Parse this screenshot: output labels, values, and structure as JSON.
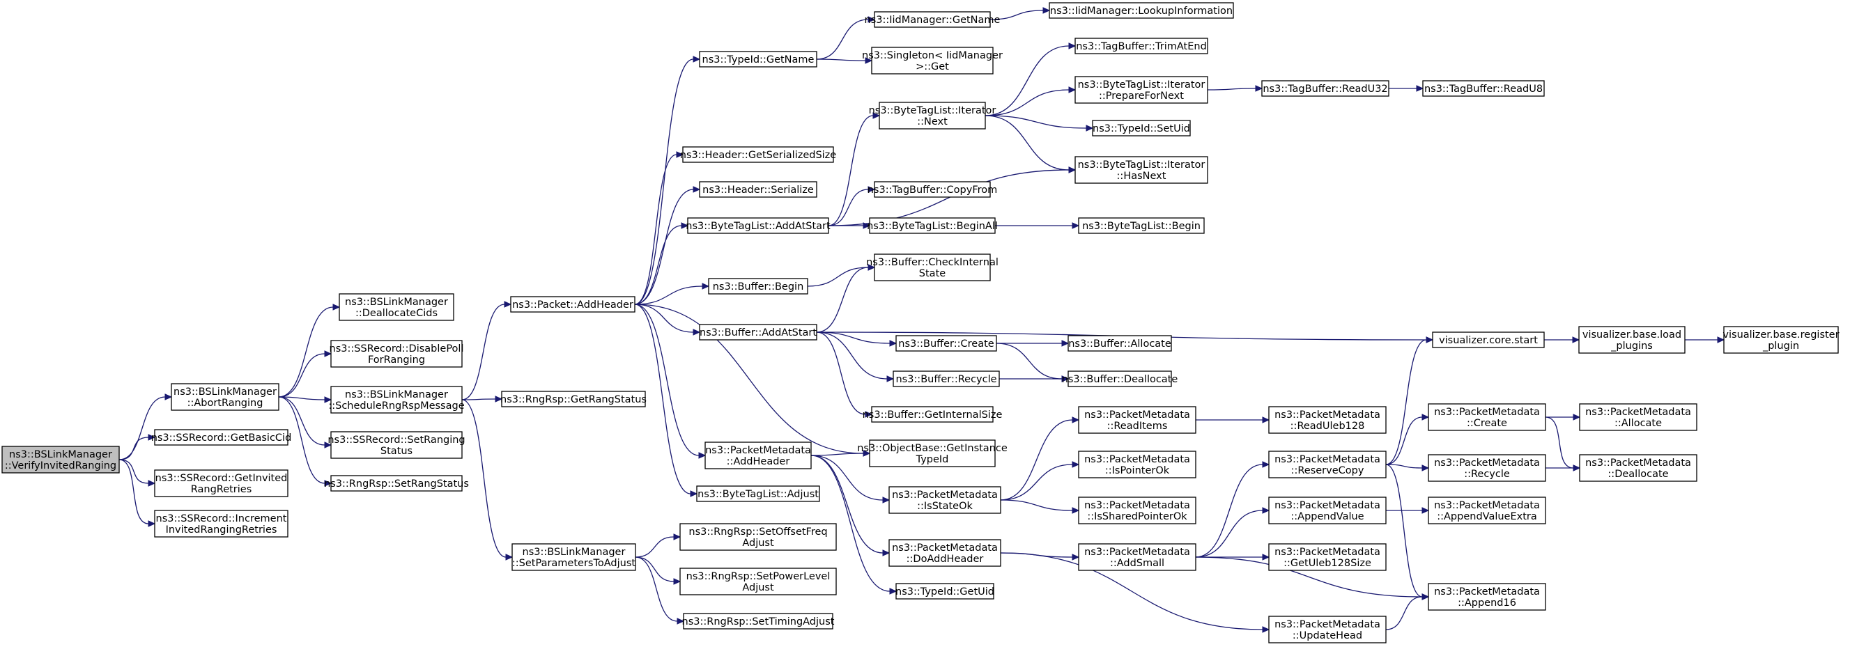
{
  "colors": {
    "edge": "#191970",
    "node_border": "#000000",
    "root_fill": "#bfbfbf",
    "node_fill": "#ffffff"
  },
  "nodes": [
    {
      "id": "n0",
      "lines": [
        "ns3::BSLinkManager",
        "::VerifyInvitedRanging"
      ],
      "root": true
    },
    {
      "id": "n1",
      "lines": [
        "ns3::BSLinkManager",
        "::AbortRanging"
      ]
    },
    {
      "id": "n2",
      "lines": [
        "ns3::SSRecord::GetBasicCid"
      ]
    },
    {
      "id": "n3",
      "lines": [
        "ns3::SSRecord::GetInvited",
        "RangRetries"
      ]
    },
    {
      "id": "n4",
      "lines": [
        "ns3::SSRecord::Increment",
        "InvitedRangingRetries"
      ]
    },
    {
      "id": "n5",
      "lines": [
        "ns3::BSLinkManager",
        "::DeallocateCids"
      ]
    },
    {
      "id": "n6",
      "lines": [
        "ns3::SSRecord::DisablePoll",
        "ForRanging"
      ]
    },
    {
      "id": "n7",
      "lines": [
        "ns3::BSLinkManager",
        "::ScheduleRngRspMessage"
      ]
    },
    {
      "id": "n8",
      "lines": [
        "ns3::SSRecord::SetRanging",
        "Status"
      ]
    },
    {
      "id": "n9",
      "lines": [
        "ns3::RngRsp::SetRangStatus"
      ]
    },
    {
      "id": "n10",
      "lines": [
        "ns3::Packet::AddHeader"
      ]
    },
    {
      "id": "n11",
      "lines": [
        "ns3::RngRsp::GetRangStatus"
      ]
    },
    {
      "id": "n12",
      "lines": [
        "ns3::BSLinkManager",
        "::SetParametersToAdjust"
      ]
    },
    {
      "id": "n13",
      "lines": [
        "ns3::TypeId::GetName"
      ]
    },
    {
      "id": "n14",
      "lines": [
        "ns3::Header::GetSerializedSize"
      ]
    },
    {
      "id": "n15",
      "lines": [
        "ns3::Header::Serialize"
      ]
    },
    {
      "id": "n16",
      "lines": [
        "ns3::ByteTagList::AddAtStart"
      ]
    },
    {
      "id": "n17",
      "lines": [
        "ns3::Buffer::Begin"
      ]
    },
    {
      "id": "n18",
      "lines": [
        "ns3::Buffer::AddAtStart"
      ]
    },
    {
      "id": "n19",
      "lines": [
        "ns3::PacketMetadata",
        "::AddHeader"
      ]
    },
    {
      "id": "n20",
      "lines": [
        "ns3::ByteTagList::Adjust"
      ]
    },
    {
      "id": "n21",
      "lines": [
        "ns3::RngRsp::SetOffsetFreq",
        "Adjust"
      ]
    },
    {
      "id": "n22",
      "lines": [
        "ns3::RngRsp::SetPowerLevel",
        "Adjust"
      ]
    },
    {
      "id": "n23",
      "lines": [
        "ns3::RngRsp::SetTimingAdjust"
      ]
    },
    {
      "id": "n24",
      "lines": [
        "ns3::IidManager::GetName"
      ]
    },
    {
      "id": "n25",
      "lines": [
        "ns3::Singleton< IidManager",
        ">::Get"
      ]
    },
    {
      "id": "n26",
      "lines": [
        "ns3::IidManager::LookupInformation"
      ]
    },
    {
      "id": "n27",
      "lines": [
        "ns3::ByteTagList::Iterator",
        "::Next"
      ]
    },
    {
      "id": "n28",
      "lines": [
        "ns3::TagBuffer::CopyFrom"
      ]
    },
    {
      "id": "n29",
      "lines": [
        "ns3::ByteTagList::BeginAll"
      ]
    },
    {
      "id": "n30",
      "lines": [
        "ns3::TagBuffer::TrimAtEnd"
      ]
    },
    {
      "id": "n31",
      "lines": [
        "ns3::ByteTagList::Iterator",
        "::PrepareForNext"
      ]
    },
    {
      "id": "n32",
      "lines": [
        "ns3::TypeId::SetUid"
      ]
    },
    {
      "id": "n33",
      "lines": [
        "ns3::ByteTagList::Iterator",
        "::HasNext"
      ]
    },
    {
      "id": "n34",
      "lines": [
        "ns3::TagBuffer::ReadU32"
      ]
    },
    {
      "id": "n35",
      "lines": [
        "ns3::TagBuffer::ReadU8"
      ]
    },
    {
      "id": "n36",
      "lines": [
        "ns3::ByteTagList::Begin"
      ]
    },
    {
      "id": "n37",
      "lines": [
        "ns3::Buffer::CheckInternal",
        "State"
      ]
    },
    {
      "id": "n38",
      "lines": [
        "visualizer.core.start"
      ]
    },
    {
      "id": "n39",
      "lines": [
        "visualizer.base.load",
        "_plugins"
      ]
    },
    {
      "id": "n40",
      "lines": [
        "visualizer.base.register",
        "_plugin"
      ]
    },
    {
      "id": "n41",
      "lines": [
        "ns3::Buffer::Create"
      ]
    },
    {
      "id": "n42",
      "lines": [
        "ns3::Buffer::Allocate"
      ]
    },
    {
      "id": "n43",
      "lines": [
        "ns3::Buffer::Recycle"
      ]
    },
    {
      "id": "n44",
      "lines": [
        "ns3::Buffer::Deallocate"
      ]
    },
    {
      "id": "n45",
      "lines": [
        "ns3::Buffer::GetInternalSize"
      ]
    },
    {
      "id": "n46",
      "lines": [
        "ns3::ObjectBase::GetInstance",
        "TypeId"
      ]
    },
    {
      "id": "n47",
      "lines": [
        "ns3::PacketMetadata",
        "::IsStateOk"
      ]
    },
    {
      "id": "n48",
      "lines": [
        "ns3::PacketMetadata",
        "::DoAddHeader"
      ]
    },
    {
      "id": "n49",
      "lines": [
        "ns3::TypeId::GetUid"
      ]
    },
    {
      "id": "n50",
      "lines": [
        "ns3::PacketMetadata",
        "::ReadItems"
      ]
    },
    {
      "id": "n51",
      "lines": [
        "ns3::PacketMetadata",
        "::IsPointerOk"
      ]
    },
    {
      "id": "n52",
      "lines": [
        "ns3::PacketMetadata",
        "::IsSharedPointerOk"
      ]
    },
    {
      "id": "n53",
      "lines": [
        "ns3::PacketMetadata",
        "::AddSmall"
      ]
    },
    {
      "id": "n54",
      "lines": [
        "ns3::PacketMetadata",
        "::ReadUleb128"
      ]
    },
    {
      "id": "n55",
      "lines": [
        "ns3::PacketMetadata",
        "::ReserveCopy"
      ]
    },
    {
      "id": "n56",
      "lines": [
        "ns3::PacketMetadata",
        "::AppendValue"
      ]
    },
    {
      "id": "n57",
      "lines": [
        "ns3::PacketMetadata",
        "::GetUleb128Size"
      ]
    },
    {
      "id": "n58",
      "lines": [
        "ns3::PacketMetadata",
        "::UpdateHead"
      ]
    },
    {
      "id": "n59",
      "lines": [
        "ns3::PacketMetadata",
        "::Create"
      ]
    },
    {
      "id": "n60",
      "lines": [
        "ns3::PacketMetadata",
        "::Recycle"
      ]
    },
    {
      "id": "n61",
      "lines": [
        "ns3::PacketMetadata",
        "::AppendValueExtra"
      ]
    },
    {
      "id": "n62",
      "lines": [
        "ns3::PacketMetadata",
        "::Append16"
      ]
    },
    {
      "id": "n63",
      "lines": [
        "ns3::PacketMetadata",
        "::Allocate"
      ]
    },
    {
      "id": "n64",
      "lines": [
        "ns3::PacketMetadata",
        "::Deallocate"
      ]
    }
  ],
  "edges": [
    [
      "n0",
      "n1"
    ],
    [
      "n0",
      "n2"
    ],
    [
      "n0",
      "n3"
    ],
    [
      "n0",
      "n4"
    ],
    [
      "n1",
      "n5"
    ],
    [
      "n1",
      "n6"
    ],
    [
      "n1",
      "n7"
    ],
    [
      "n1",
      "n8"
    ],
    [
      "n1",
      "n9"
    ],
    [
      "n7",
      "n10"
    ],
    [
      "n7",
      "n11"
    ],
    [
      "n7",
      "n12"
    ],
    [
      "n10",
      "n13"
    ],
    [
      "n10",
      "n14"
    ],
    [
      "n10",
      "n15"
    ],
    [
      "n10",
      "n16"
    ],
    [
      "n10",
      "n17"
    ],
    [
      "n10",
      "n18"
    ],
    [
      "n10",
      "n19"
    ],
    [
      "n10",
      "n20"
    ],
    [
      "n10",
      "n46"
    ],
    [
      "n12",
      "n21"
    ],
    [
      "n12",
      "n22"
    ],
    [
      "n12",
      "n23"
    ],
    [
      "n13",
      "n24"
    ],
    [
      "n13",
      "n25"
    ],
    [
      "n24",
      "n26"
    ],
    [
      "n16",
      "n27"
    ],
    [
      "n16",
      "n28"
    ],
    [
      "n16",
      "n29"
    ],
    [
      "n16",
      "n33"
    ],
    [
      "n27",
      "n30"
    ],
    [
      "n27",
      "n31"
    ],
    [
      "n27",
      "n32"
    ],
    [
      "n27",
      "n33"
    ],
    [
      "n31",
      "n34"
    ],
    [
      "n34",
      "n35"
    ],
    [
      "n29",
      "n36"
    ],
    [
      "n17",
      "n37"
    ],
    [
      "n18",
      "n37"
    ],
    [
      "n18",
      "n38"
    ],
    [
      "n18",
      "n41"
    ],
    [
      "n18",
      "n43"
    ],
    [
      "n18",
      "n45"
    ],
    [
      "n38",
      "n39"
    ],
    [
      "n39",
      "n40"
    ],
    [
      "n41",
      "n42"
    ],
    [
      "n41",
      "n44"
    ],
    [
      "n43",
      "n44"
    ],
    [
      "n19",
      "n46"
    ],
    [
      "n19",
      "n47"
    ],
    [
      "n19",
      "n48"
    ],
    [
      "n19",
      "n49"
    ],
    [
      "n47",
      "n50"
    ],
    [
      "n47",
      "n51"
    ],
    [
      "n47",
      "n52"
    ],
    [
      "n48",
      "n53"
    ],
    [
      "n48",
      "n58"
    ],
    [
      "n50",
      "n54"
    ],
    [
      "n53",
      "n55"
    ],
    [
      "n53",
      "n56"
    ],
    [
      "n53",
      "n57"
    ],
    [
      "n53",
      "n62"
    ],
    [
      "n55",
      "n38"
    ],
    [
      "n55",
      "n59"
    ],
    [
      "n55",
      "n60"
    ],
    [
      "n55",
      "n62"
    ],
    [
      "n56",
      "n61"
    ],
    [
      "n58",
      "n62"
    ],
    [
      "n59",
      "n63"
    ],
    [
      "n59",
      "n64"
    ],
    [
      "n60",
      "n64"
    ]
  ]
}
